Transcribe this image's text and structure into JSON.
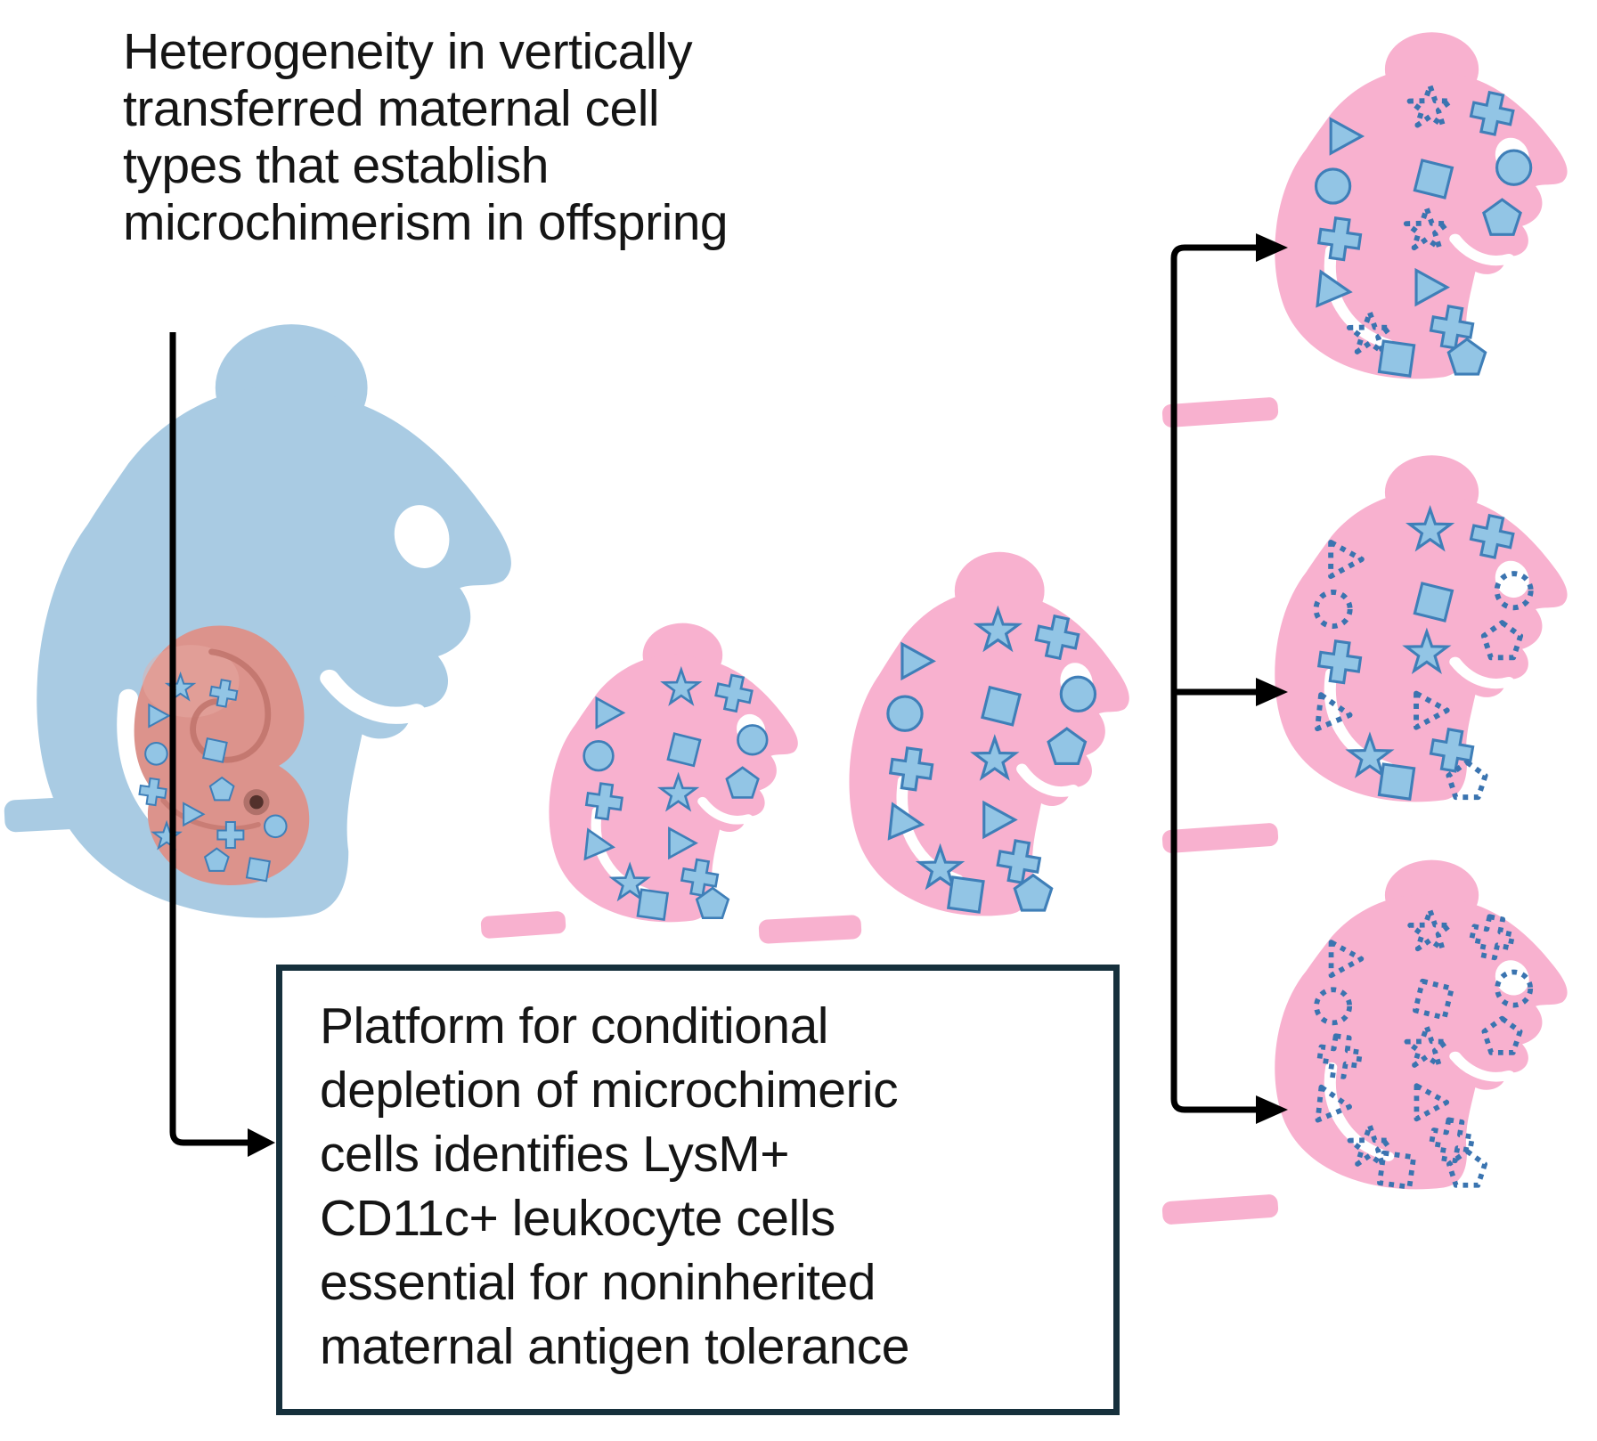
{
  "figure": {
    "heading_lines": [
      "Heterogeneity in vertically",
      "transferred maternal cell",
      "types that establish",
      "microchimerism in offspring"
    ],
    "box_lines": [
      "Platform for conditional",
      "depletion of microchimeric",
      "cells identifies LysM+",
      "CD11c+ leukocyte cells",
      "essential for noninherited",
      "maternal antigen tolerance"
    ]
  },
  "palette": {
    "background": "#ffffff",
    "mother_blue": "#a9cbe3",
    "offspring_pink": "#f8b1cf",
    "cell_fill": "#92c5e5",
    "cell_stroke": "#3f7fb8",
    "cell_dotted_stroke": "#3a74b0",
    "embryo_body": "#dc938c",
    "embryo_highlight": "#e7aca3",
    "embryo_detail": "#c0736b",
    "embryo_eye": "#53312c",
    "arrow_black": "#000000",
    "box_border": "#16303c"
  },
  "cell_types": [
    "triangle",
    "star",
    "cross",
    "circle",
    "square",
    "pentagon"
  ],
  "mice": [
    {
      "id": "mother",
      "color_key": "mother_blue",
      "has_cells": false,
      "dotted_cell_types": []
    },
    {
      "id": "offspring-small",
      "color_key": "offspring_pink",
      "has_cells": true,
      "dotted_cell_types": []
    },
    {
      "id": "offspring-large",
      "color_key": "offspring_pink",
      "has_cells": true,
      "dotted_cell_types": []
    },
    {
      "id": "variant-top",
      "color_key": "offspring_pink",
      "has_cells": true,
      "dotted_cell_types": [
        "star"
      ]
    },
    {
      "id": "variant-middle",
      "color_key": "offspring_pink",
      "has_cells": true,
      "dotted_cell_types": [
        "triangle",
        "circle",
        "pentagon"
      ]
    },
    {
      "id": "variant-bottom",
      "color_key": "offspring_pink",
      "has_cells": true,
      "dotted_cell_types": [
        "triangle",
        "star",
        "cross",
        "circle",
        "square",
        "pentagon"
      ]
    }
  ],
  "embryo": {
    "has_cells": true
  }
}
